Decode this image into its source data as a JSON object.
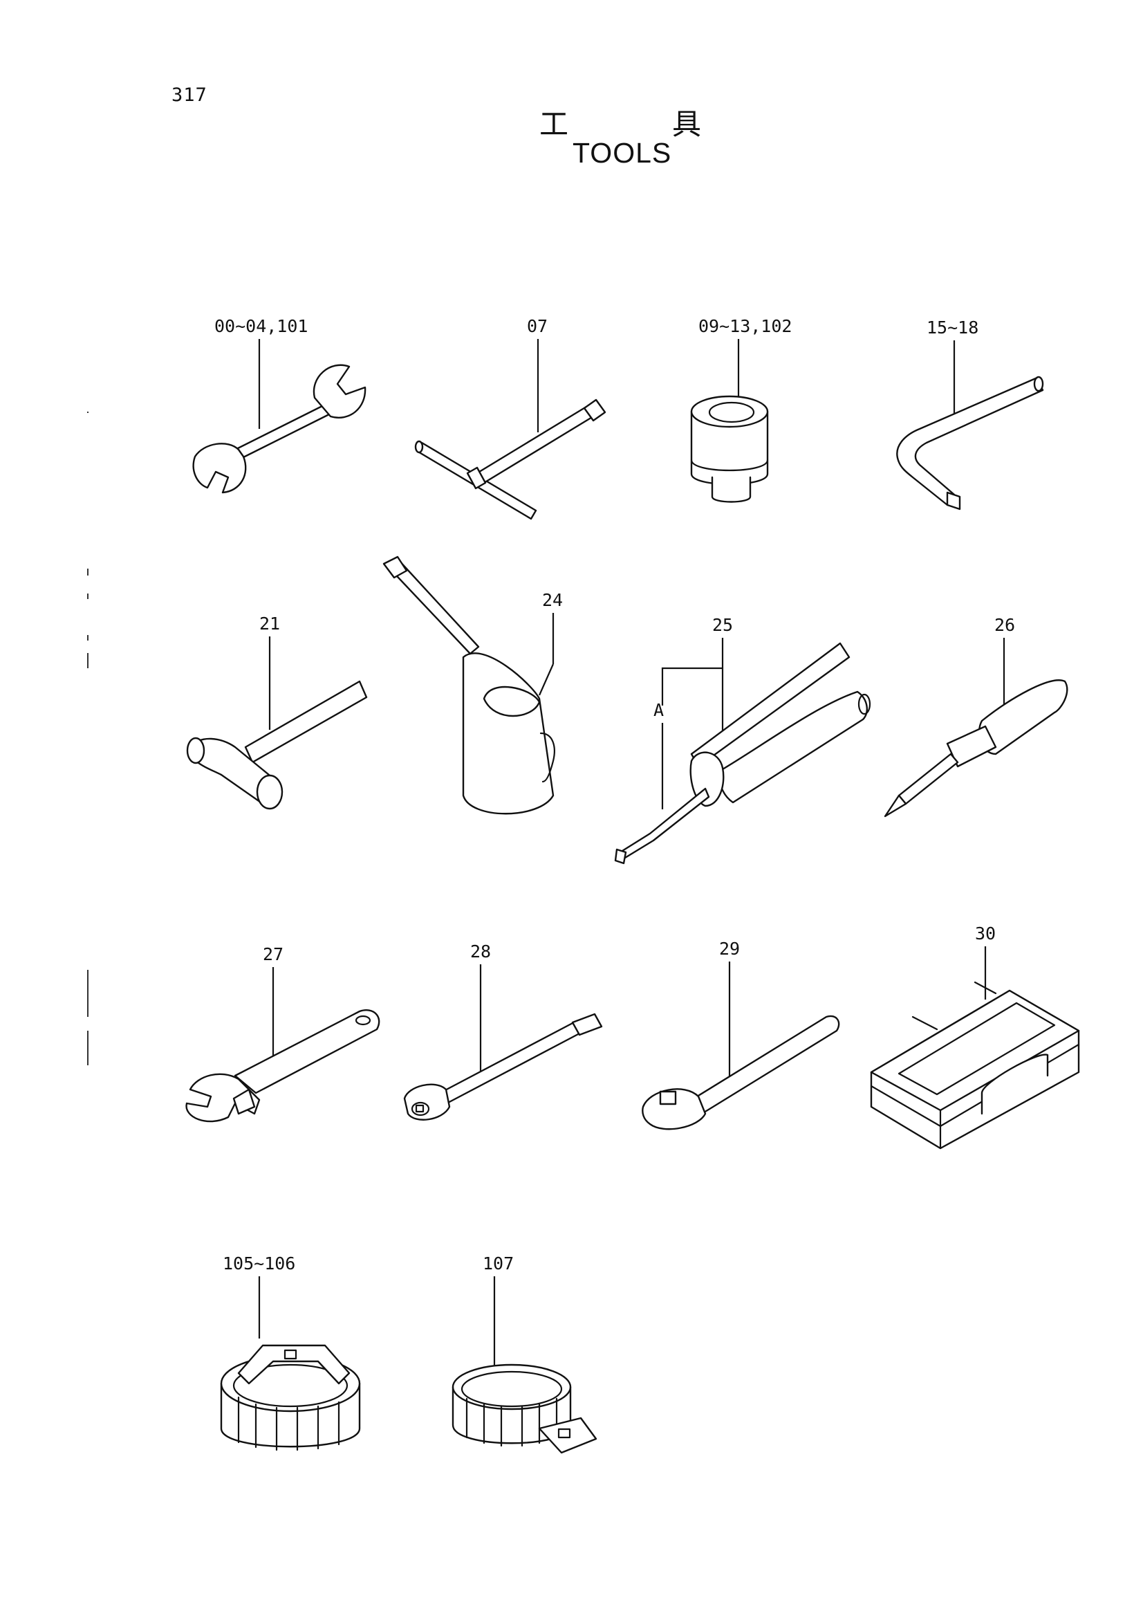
{
  "page": {
    "number": "317",
    "title_jp": "工具",
    "title_en": "TOOLS"
  },
  "callouts": [
    {
      "id": "c1",
      "text": "00~04,101",
      "tool": "wrench-icon"
    },
    {
      "id": "c2",
      "text": "07",
      "tool": "t-handle-icon"
    },
    {
      "id": "c3",
      "text": "09~13,102",
      "tool": "socket-icon"
    },
    {
      "id": "c4",
      "text": "15~18",
      "tool": "hex-key-icon"
    },
    {
      "id": "c5",
      "text": "21",
      "tool": "hammer-icon"
    },
    {
      "id": "c6",
      "text": "24",
      "tool": "oil-can-icon"
    },
    {
      "id": "c7",
      "text": "25",
      "tool": "grease-gun-icon"
    },
    {
      "id": "c8",
      "text": "A",
      "tool": "grease-gun-nozzle"
    },
    {
      "id": "c9",
      "text": "26",
      "tool": "screwdriver-icon"
    },
    {
      "id": "c10",
      "text": "27",
      "tool": "adjustable-wrench-icon"
    },
    {
      "id": "c11",
      "text": "28",
      "tool": "extension-bar-icon"
    },
    {
      "id": "c12",
      "text": "29",
      "tool": "ratchet-handle-icon"
    },
    {
      "id": "c13",
      "text": "30",
      "tool": "tool-box-icon"
    },
    {
      "id": "c14",
      "text": "105~106",
      "tool": "filter-wrench-cap-icon"
    },
    {
      "id": "c15",
      "text": "107",
      "tool": "filter-wrench-band-icon"
    }
  ]
}
